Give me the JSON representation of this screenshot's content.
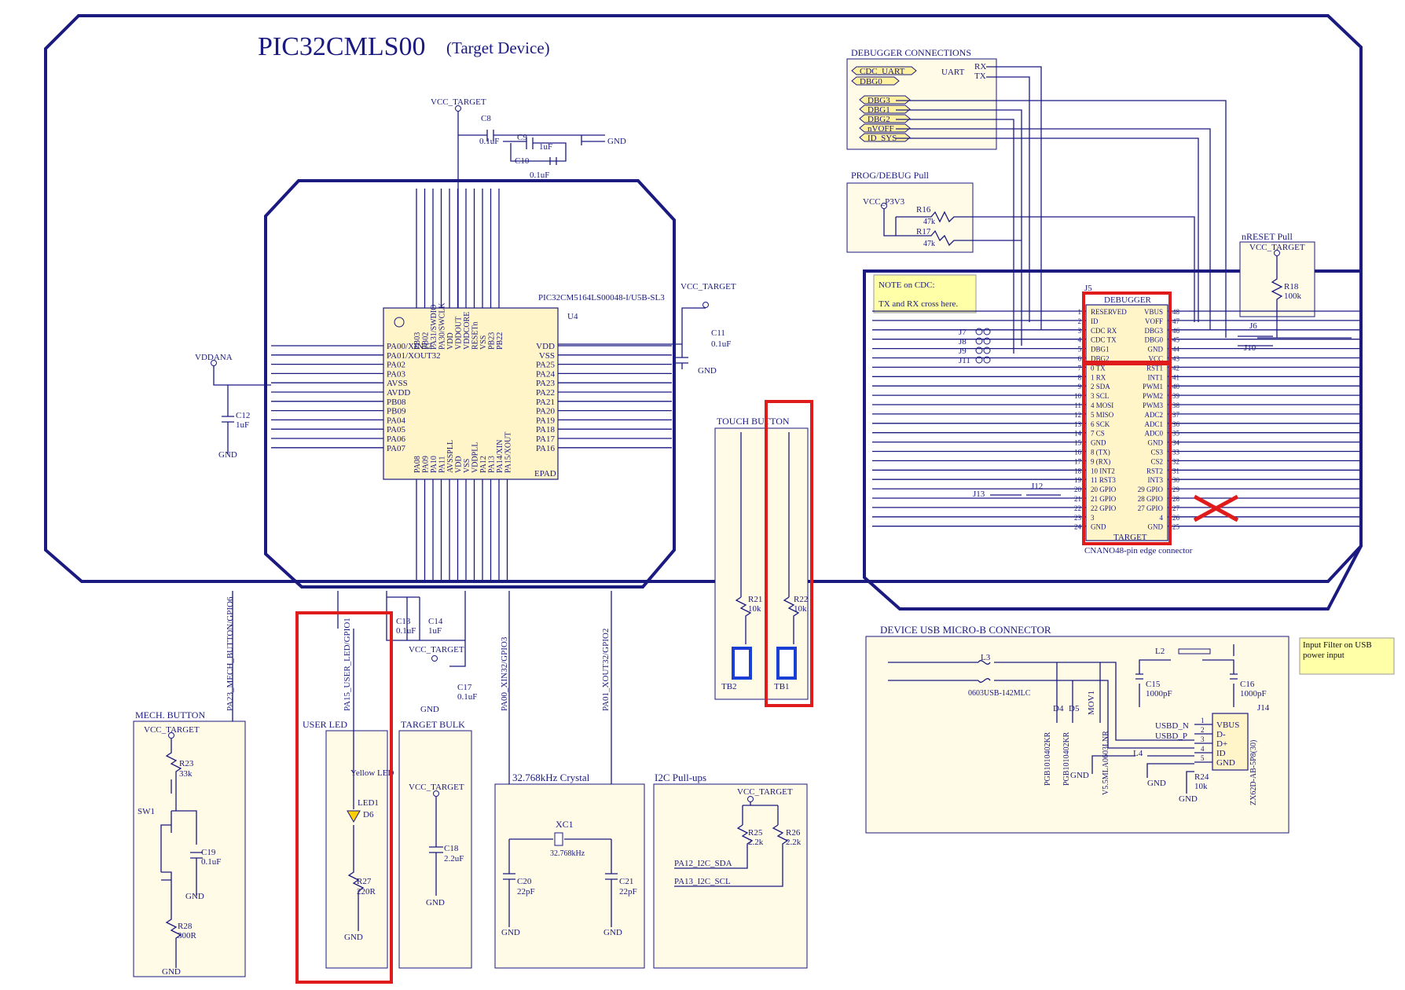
{
  "target_device": {
    "title": "PIC32CMLS00",
    "subtitle": "(Target Device)"
  },
  "mcu": {
    "part": "PIC32CM5164LS00048-I/U5B-SL3",
    "ref": "U4",
    "epad": "EPAD",
    "left_pins": [
      "PA00/XIN32",
      "PA01/XOUT32",
      "PA02",
      "PA03",
      "AVSS",
      "AVDD",
      "PB08",
      "PB09",
      "PA04",
      "PA05",
      "PA06",
      "PA07"
    ],
    "right_pins": [
      "VDD",
      "VSS",
      "PA25",
      "PA24",
      "PA23",
      "PA22",
      "PA21",
      "PA20",
      "PA19",
      "PA18",
      "PA17",
      "PA16"
    ],
    "top_pins": [
      "PB03",
      "PB02",
      "PA31/SWDIO",
      "PA30/SWCLK",
      "VDD",
      "VDDOUT",
      "VDDCORE",
      "RESETn",
      "VSS",
      "PB23",
      "PB22"
    ],
    "bottom_pins": [
      "PA08",
      "PA09",
      "PA10",
      "PA11",
      "AVSSPLL",
      "VDD",
      "VSS",
      "VDDPLL",
      "PA12",
      "PA13",
      "PA14/XIN",
      "PA15/XOUT"
    ]
  },
  "labels": {
    "vcc_target": "VCC_TARGET",
    "gnd": "GND",
    "vddana": "VDDANA",
    "vcc_p3v3": "VCC_P3V3"
  },
  "caps": {
    "c8": "C8",
    "c8v": "0.1uF",
    "c9": "C9",
    "c9v": "1uF",
    "c10": "C10",
    "c10v": "0.1uF",
    "c11": "C11",
    "c11v": "0.1uF",
    "c12": "C12",
    "c12v": "1uF",
    "c13": "C13",
    "c13v": "0.1uF",
    "c14": "C14",
    "c14v": "1uF",
    "c17": "C17",
    "c17v": "0.1uF",
    "c18": "C18",
    "c18v": "2.2uF",
    "c19": "C19",
    "c19v": "0.1uF",
    "c20": "C20",
    "c20v": "22pF",
    "c21": "C21",
    "c21v": "22pF"
  },
  "vertical_nets": {
    "n1": "PA23_MECH_BUTTON/GPIO6",
    "n2": "PA15_USER_LED/GPIO1",
    "n3": "PA00_XIN32/GPIO3",
    "n4": "PA01_XOUT32/GPIO2"
  },
  "debugger": {
    "title": "DEBUGGER CONNECTIONS",
    "uart": "UART",
    "rx": "RX",
    "tx": "TX",
    "tags": [
      "CDC_UART",
      "DBG0",
      "DBG3",
      "DBG1",
      "DBG2",
      "nVOFF",
      "ID_SYS"
    ]
  },
  "prog_pull": {
    "title": "PROG/DEBUG Pull",
    "r16": "R16",
    "r16v": "47k",
    "r17": "R17",
    "r17v": "47k"
  },
  "nreset": {
    "title": "nRESET Pull",
    "r18": "R18",
    "r18v": "100k"
  },
  "cdc_note": {
    "l1": "NOTE on CDC:",
    "l2": "TX and RX cross here."
  },
  "connector": {
    "ref": "J5",
    "top": "DEBUGGER",
    "bottom": "TARGET",
    "caption": "CNANO48-pin edge connector",
    "j6": "J6",
    "j10": "J10",
    "j12": "J12",
    "j13": "J13",
    "jumpers": [
      "J7",
      "J8",
      "J9",
      "J11"
    ],
    "left": [
      "RESERVED",
      "ID",
      "CDC RX",
      "CDC TX",
      "DBG1",
      "DBG2",
      "0 TX",
      "1 RX",
      "2 SDA",
      "3 SCL",
      "4 MOSI",
      "5 MISO",
      "6 SCK",
      "7 CS",
      "GND",
      "8 (TX)",
      "9 (RX)",
      "10 INT2",
      "11 RST3",
      "20 GPIO",
      "21 GPIO",
      "22 GPIO",
      "3",
      "GND"
    ],
    "right": [
      "VBUS",
      "VOFF",
      "DBG3",
      "DBG0",
      "GND",
      "VCC",
      "RST1",
      "INT1",
      "PWM1",
      "PWM2",
      "PWM3",
      "ADC2",
      "ADC1",
      "ADC0",
      "GND",
      "CS3",
      "CS2",
      "RST2",
      "INT3",
      "29 GPIO",
      "28 GPIO",
      "27 GPIO",
      "4",
      "GND"
    ]
  },
  "touch": {
    "title": "TOUCH BUTTON",
    "r21": "R21",
    "r21v": "10k",
    "r22": "R22",
    "r22v": "10k",
    "tb2": "TB2",
    "tb1": "TB1"
  },
  "mech": {
    "title": "MECH. BUTTON",
    "r23": "R23",
    "r23v": "33k",
    "sw": "SW1",
    "r28": "R28",
    "r28v": "300R"
  },
  "user_led": {
    "title": "USER LED",
    "color": "Yellow LED",
    "led": "LED1",
    "ref": "D6",
    "r27": "R27",
    "r27v": "220R"
  },
  "bulk": {
    "title": "TARGET BULK"
  },
  "crystal": {
    "title": "32.768kHz Crystal",
    "ref": "XC1",
    "value": "32.768kHz"
  },
  "i2c": {
    "title": "I2C Pull-ups",
    "r25": "R25",
    "r25v": "2.2k",
    "r26": "R26",
    "r26v": "2.2k",
    "sda": "PA12_I2C_SDA",
    "scl": "PA13_I2C_SCL"
  },
  "usb": {
    "title": "DEVICE USB MICRO-B CONNECTOR",
    "l3": "L3",
    "l3p": "0603USB-142MLC",
    "l2": "L2",
    "l4": "L4",
    "c15": "C15",
    "c15v": "1000pF",
    "c16": "C16",
    "c16v": "1000pF",
    "d4": "D4",
    "d5": "D5",
    "d4p": "PGB1010402KR",
    "d5p": "PGB1010402KR",
    "mov": "MOV1",
    "movp": "V5.5MLA0603LNR",
    "usbd_n": "USBD_N",
    "usbd_p": "USBD_P",
    "j14": "J14",
    "jp": "ZX62D-AB-5P8(30)",
    "r24": "R24",
    "r24v": "10k",
    "pins": [
      "VBUS",
      "D-",
      "D+",
      "ID",
      "GND"
    ],
    "note": "Input Filter on USB power input"
  }
}
